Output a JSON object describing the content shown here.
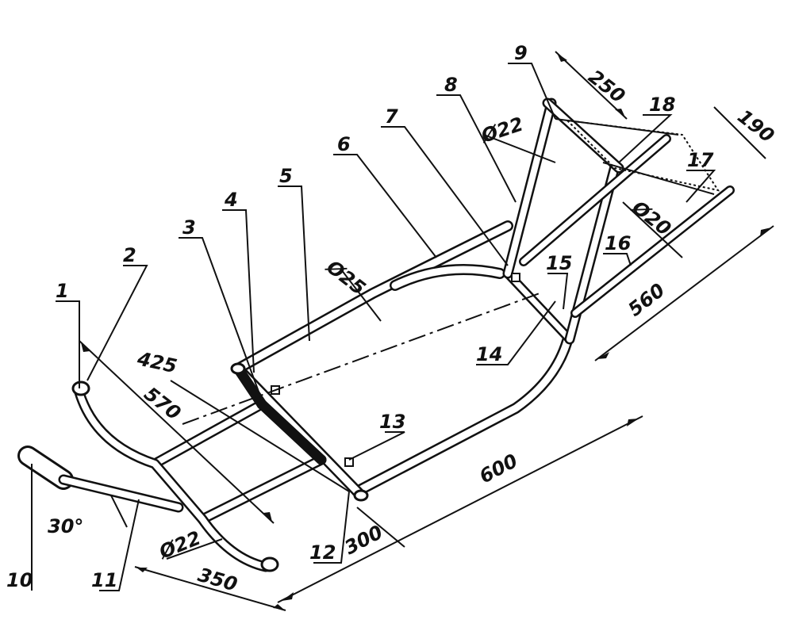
{
  "diagram": {
    "callouts": [
      "1",
      "2",
      "3",
      "4",
      "5",
      "6",
      "7",
      "8",
      "9",
      "10",
      "11",
      "12",
      "13",
      "14",
      "15",
      "16",
      "17",
      "18"
    ],
    "dimensions": {
      "d_250": "250",
      "d_190": "190",
      "d_560": "560",
      "d_600": "600",
      "d_300": "300",
      "d_350": "350",
      "d_425": "425",
      "d_570": "570",
      "dia_22_top": "Ø22",
      "dia_20": "Ø20",
      "dia_25": "Ø25",
      "dia_22_bottom": "Ø22",
      "angle_30": "30°"
    }
  }
}
